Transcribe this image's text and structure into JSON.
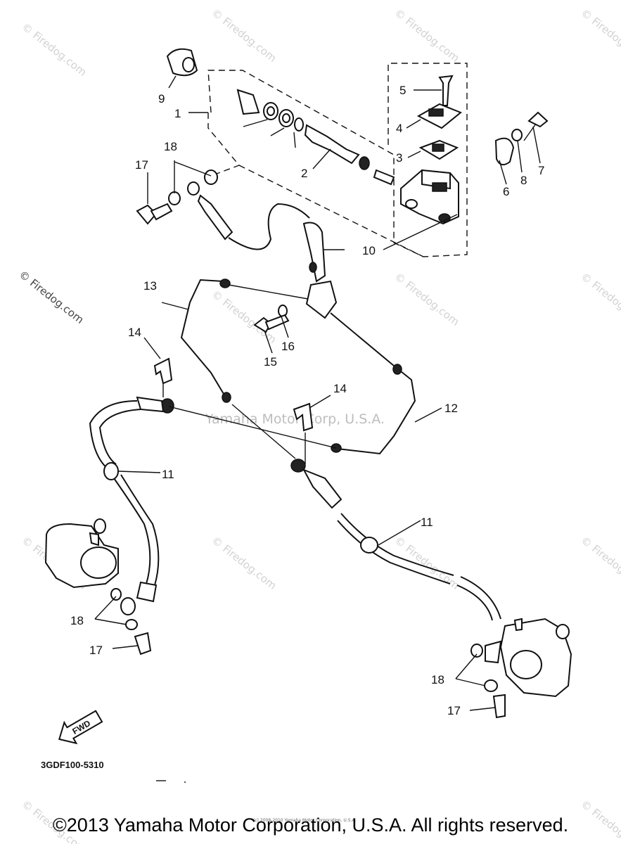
{
  "watermarks": {
    "site": "© Firedog.com",
    "center": "Yamaha Motor Corp, U.S.A."
  },
  "callouts": {
    "c1": "1",
    "c2": "2",
    "c3": "3",
    "c4": "4",
    "c5": "5",
    "c6": "6",
    "c7": "7",
    "c8": "8",
    "c9": "9",
    "c10": "10",
    "c11a": "11",
    "c11b": "11",
    "c12": "12",
    "c13": "13",
    "c14a": "14",
    "c14b": "14",
    "c15": "15",
    "c16": "16",
    "c17a": "17",
    "c17b": "17",
    "c17c": "17",
    "c18a": "18",
    "c18b": "18",
    "c18c": "18"
  },
  "fwd_label": "FWD",
  "diagram_code": "3GDF100-5310",
  "fine_print": "(c) 2008-2010 Yamaha Motor Corporation, U.S.A.",
  "copyright": "©2013 Yamaha Motor Corporation, U.S.A. All rights reserved.",
  "colors": {
    "ink": "#111111",
    "watermark": "#d2d2d2",
    "background": "#ffffff"
  }
}
